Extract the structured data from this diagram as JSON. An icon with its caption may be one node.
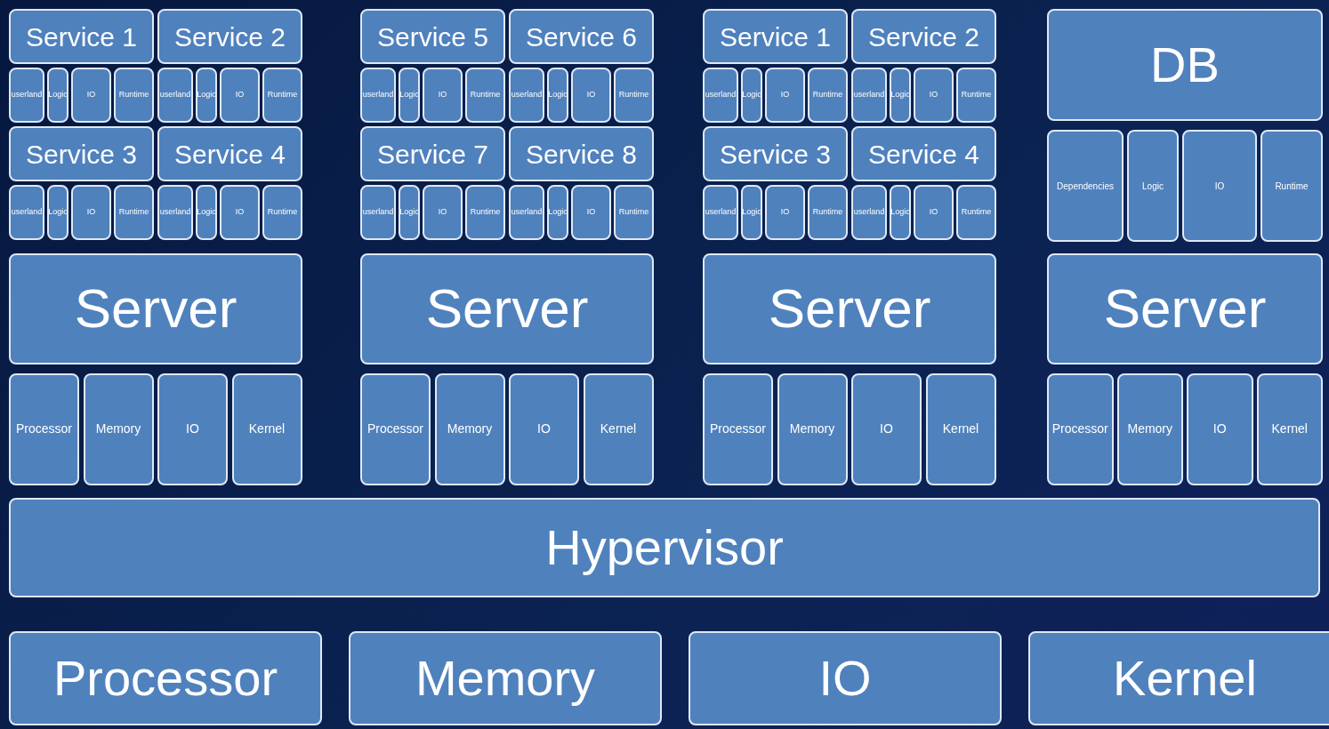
{
  "diagram": {
    "nodes": [
      {
        "text": [
          "Service 1"
        ]
      },
      {
        "text": [
          "userland"
        ]
      },
      {
        "text": [
          "Logic"
        ]
      },
      {
        "text": [
          "IO"
        ]
      },
      {
        "text": [
          "Runtime"
        ]
      },
      {
        "text": [
          "Service 2"
        ]
      },
      {
        "text": [
          "userland"
        ]
      },
      {
        "text": [
          "Logic"
        ]
      },
      {
        "text": [
          "IO"
        ]
      },
      {
        "text": [
          "Runtime"
        ]
      },
      {
        "text": [
          "Service 3"
        ]
      },
      {
        "text": [
          "userland"
        ]
      },
      {
        "text": [
          "Logic"
        ]
      },
      {
        "text": [
          "IO"
        ]
      },
      {
        "text": [
          "Runtime"
        ]
      },
      {
        "text": [
          "Service 4"
        ]
      },
      {
        "text": [
          "userland"
        ]
      },
      {
        "text": [
          "Logic"
        ]
      },
      {
        "text": [
          "IO"
        ]
      },
      {
        "text": [
          "Runtime"
        ]
      },
      {
        "text": [
          "Server"
        ]
      },
      {
        "text": [
          "Processor"
        ]
      },
      {
        "text": [
          "Memory"
        ]
      },
      {
        "text": [
          "IO"
        ]
      },
      {
        "text": [
          "Kernel"
        ]
      },
      {
        "text": [
          "Service 5"
        ]
      },
      {
        "text": [
          "userland"
        ]
      },
      {
        "text": [
          "Logic"
        ]
      },
      {
        "text": [
          "IO"
        ]
      },
      {
        "text": [
          "Runtime"
        ]
      },
      {
        "text": [
          "Service 6"
        ]
      },
      {
        "text": [
          "userland"
        ]
      },
      {
        "text": [
          "Logic"
        ]
      },
      {
        "text": [
          "IO"
        ]
      },
      {
        "text": [
          "Runtime"
        ]
      },
      {
        "text": [
          "Service 7"
        ]
      },
      {
        "text": [
          "userland"
        ]
      },
      {
        "text": [
          "Logic"
        ]
      },
      {
        "text": [
          "IO"
        ]
      },
      {
        "text": [
          "Runtime"
        ]
      },
      {
        "text": [
          "Service 8"
        ]
      },
      {
        "text": [
          "userland"
        ]
      },
      {
        "text": [
          "Logic"
        ]
      },
      {
        "text": [
          "IO"
        ]
      },
      {
        "text": [
          "Runtime"
        ]
      },
      {
        "text": [
          "Server"
        ]
      },
      {
        "text": [
          "Processor"
        ]
      },
      {
        "text": [
          "Memory"
        ]
      },
      {
        "text": [
          "IO"
        ]
      },
      {
        "text": [
          "Kernel"
        ]
      },
      {
        "text": [
          "Service 1"
        ]
      },
      {
        "text": [
          "userland"
        ]
      },
      {
        "text": [
          "Logic"
        ]
      },
      {
        "text": [
          "IO"
        ]
      },
      {
        "text": [
          "Runtime"
        ]
      },
      {
        "text": [
          "Service 2"
        ]
      },
      {
        "text": [
          "userland"
        ]
      },
      {
        "text": [
          "Logic"
        ]
      },
      {
        "text": [
          "IO"
        ]
      },
      {
        "text": [
          "Runtime"
        ]
      },
      {
        "text": [
          "Service 3"
        ]
      },
      {
        "text": [
          "userland"
        ]
      },
      {
        "text": [
          "Logic"
        ]
      },
      {
        "text": [
          "IO"
        ]
      },
      {
        "text": [
          "Runtime"
        ]
      },
      {
        "text": [
          "Service 4"
        ]
      },
      {
        "text": [
          "userland"
        ]
      },
      {
        "text": [
          "Logic"
        ]
      },
      {
        "text": [
          "IO"
        ]
      },
      {
        "text": [
          "Runtime"
        ]
      },
      {
        "text": [
          "Server"
        ]
      },
      {
        "text": [
          "Processor"
        ]
      },
      {
        "text": [
          "Memory"
        ]
      },
      {
        "text": [
          "IO"
        ]
      },
      {
        "text": [
          "Kernel"
        ]
      },
      {
        "text": [
          "DB"
        ]
      },
      {
        "text": [
          "Dependencies"
        ]
      },
      {
        "text": [
          "Logic"
        ]
      },
      {
        "text": [
          "IO"
        ]
      },
      {
        "text": [
          "Runtime"
        ]
      },
      {
        "text": [
          "Server"
        ]
      },
      {
        "text": [
          "Processor"
        ]
      },
      {
        "text": [
          "Memory"
        ]
      },
      {
        "text": [
          "IO"
        ]
      },
      {
        "text": [
          "Kernel"
        ]
      },
      {
        "text": [
          "Hypervisor"
        ]
      },
      {
        "text": [
          "Processor"
        ]
      },
      {
        "text": [
          "Memory"
        ]
      },
      {
        "text": [
          "IO"
        ]
      },
      {
        "text": [
          "Kernel"
        ]
      }
    ]
  }
}
